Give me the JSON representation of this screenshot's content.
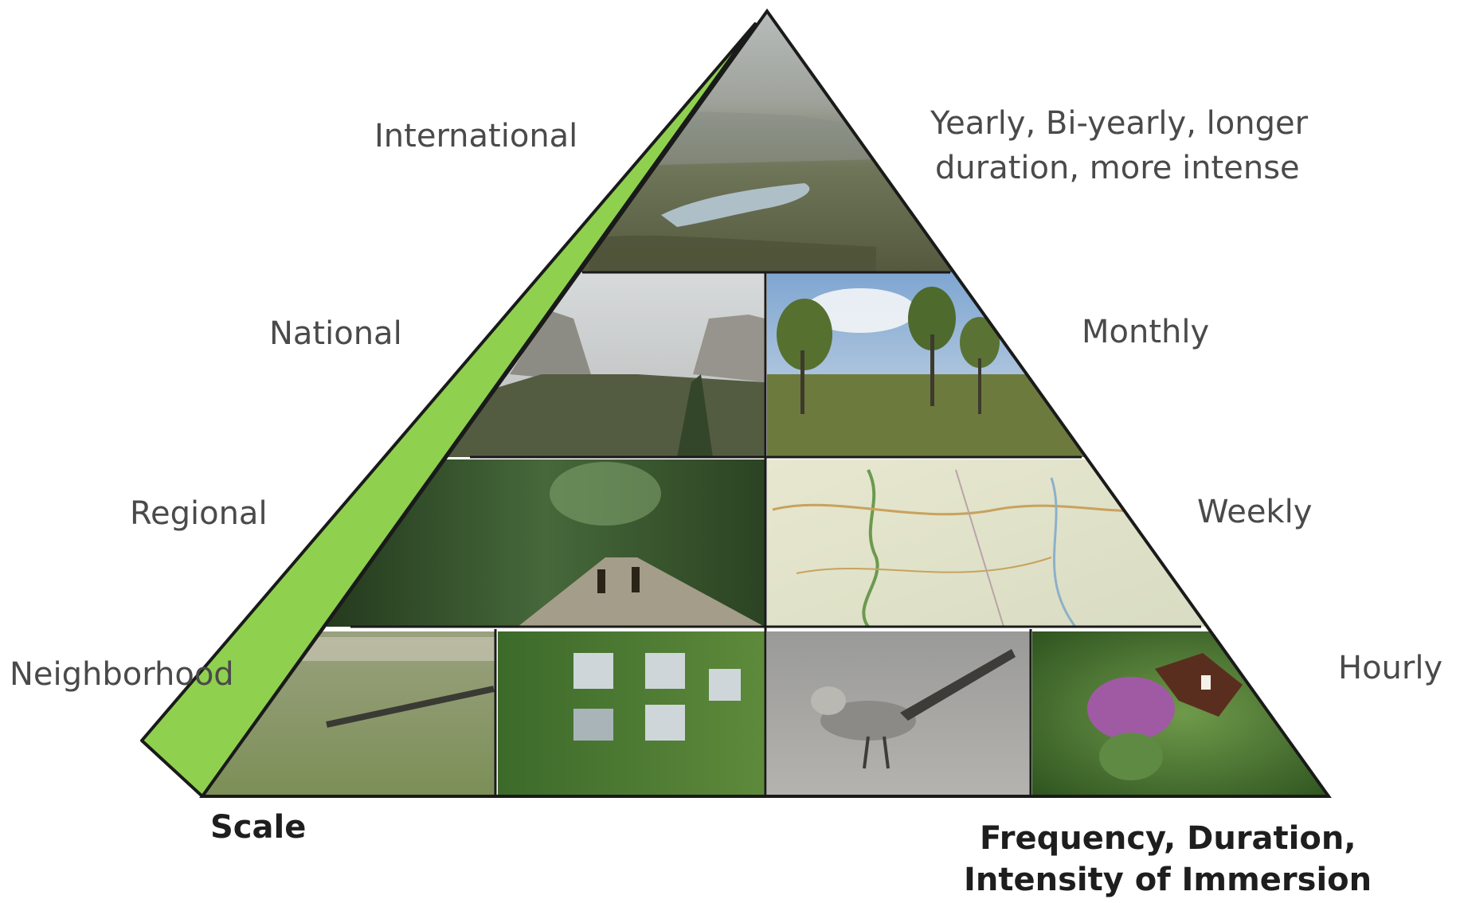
{
  "scale_levels": {
    "international": "International",
    "national": "National",
    "regional": "Regional",
    "neighborhood": "Neighborhood"
  },
  "frequency_levels": {
    "yearly_line1": "Yearly, Bi-yearly, longer",
    "yearly_line2": "duration, more intense",
    "monthly": "Monthly",
    "weekly": "Weekly",
    "hourly": "Hourly"
  },
  "axes": {
    "scale": "Scale",
    "frequency_line1": "Frequency, Duration,",
    "frequency_line2": "Intensity of Immersion"
  },
  "colors": {
    "wedge": "#8fd14f",
    "outline": "#1a1a1a",
    "label": "#4a4a4a"
  },
  "photos": [
    {
      "id": "top",
      "subject": "river-valley-landscape"
    },
    {
      "id": "mid-left",
      "subject": "mountain-valley"
    },
    {
      "id": "mid-right",
      "subject": "eucalyptus-woodland"
    },
    {
      "id": "reg-left",
      "subject": "forest-trail-horse-riders"
    },
    {
      "id": "reg-right",
      "subject": "road-map"
    },
    {
      "id": "nb-1",
      "subject": "green-roof"
    },
    {
      "id": "nb-2",
      "subject": "green-wall-building"
    },
    {
      "id": "nb-3",
      "subject": "mockingbird"
    },
    {
      "id": "nb-4",
      "subject": "thistle-with-butterfly"
    }
  ]
}
